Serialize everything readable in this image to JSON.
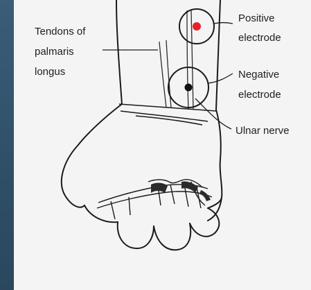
{
  "labels": {
    "tendons_line1": "Tendons of",
    "tendons_line2": "palmaris",
    "tendons_line3": "longus",
    "positive_line1": "Positive",
    "positive_line2": "electrode",
    "negative_line1": "Negative",
    "negative_line2": "electrode",
    "ulnar": "Ulnar nerve"
  },
  "colors": {
    "positive_dot": "#e8202a",
    "negative_dot": "#111111",
    "background_frame": "#33546e",
    "panel": "#f4f4f4"
  }
}
